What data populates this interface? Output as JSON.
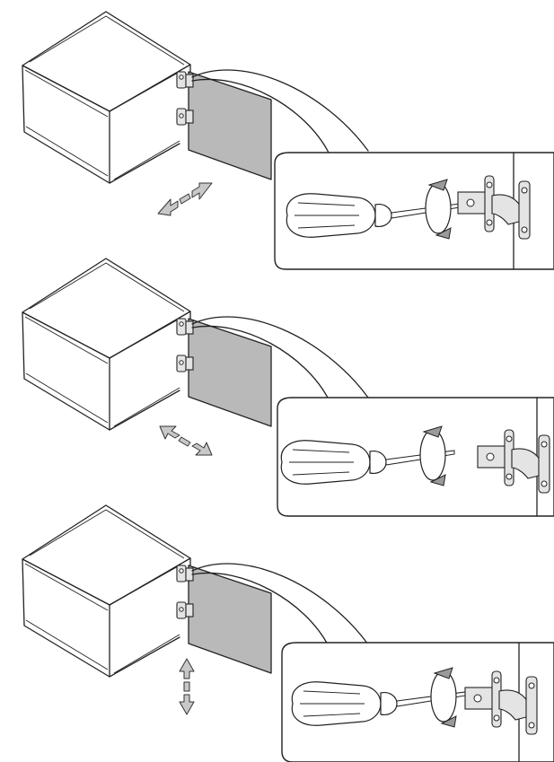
{
  "figure": {
    "kind": "hinge-adjustment-instructions",
    "panel_count": 3,
    "colors": {
      "line": "#222222",
      "door_fill": "#b9b9b9",
      "arrow_fill": "#c8c8c8",
      "background": "#ffffff"
    },
    "panels": [
      {
        "id": "depth-adjustment",
        "arrow_direction": "diagonal-in-out",
        "icons": [
          "cabinet-icon",
          "door-icon",
          "screwdriver-icon",
          "hinge-icon",
          "rotation-arrow-icon"
        ]
      },
      {
        "id": "side-adjustment",
        "arrow_direction": "diagonal-left-right",
        "icons": [
          "cabinet-icon",
          "door-icon",
          "screwdriver-icon",
          "hinge-icon",
          "rotation-arrow-icon"
        ]
      },
      {
        "id": "height-adjustment",
        "arrow_direction": "vertical-up-down",
        "icons": [
          "cabinet-icon",
          "door-icon",
          "screwdriver-icon",
          "hinge-icon",
          "rotation-arrow-icon"
        ]
      }
    ]
  }
}
